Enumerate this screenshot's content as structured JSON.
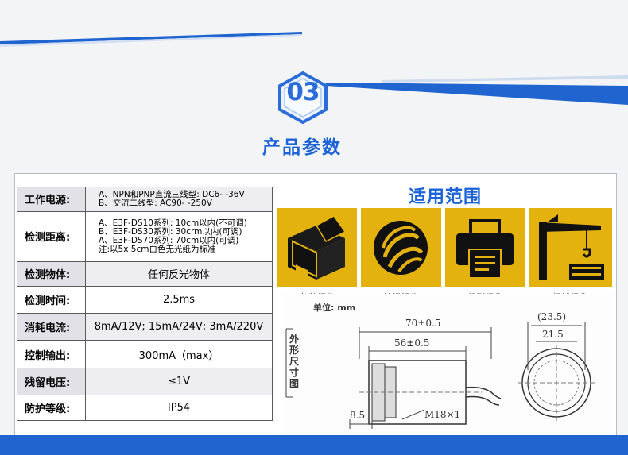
{
  "header": {
    "badge_number": "03",
    "section_title": "产品参数"
  },
  "spec_table": {
    "rows": [
      {
        "label": "工作电源:",
        "lines": [
          "A、NPN和PNP直流三线型: DC6- -36V",
          "B、交流二线型: AC90- -250V"
        ]
      },
      {
        "label": "检测距离:",
        "lines": [
          "A、E3F-DS10系列: 10cm以内(不可调)",
          "B、E3F-DS30系列: 30crm以内(可调)",
          "A、E3F-DS70系列: 70cm以内(可调)",
          "注:以5x 5cm白色无光纸为标准"
        ]
      },
      {
        "label": "检测物体:",
        "value": "任何反光物体"
      },
      {
        "label": "检测时间:",
        "value": "2.5ms"
      },
      {
        "label": "消耗电流:",
        "value": "8mA/12V; 15mA/24V; 3mA/220V"
      },
      {
        "label": "控制输出:",
        "value": "300mA（max）"
      },
      {
        "label": "残留电压:",
        "value": "≤1V"
      },
      {
        "label": "防护等级:",
        "value": "IP54"
      }
    ]
  },
  "applications": {
    "title": "适用范围",
    "items": [
      {
        "label": "包装行业",
        "icon": "package-box-icon"
      },
      {
        "label": "纺织行业",
        "icon": "textile-swirl-icon"
      },
      {
        "label": "印刷行业",
        "icon": "printer-icon"
      },
      {
        "label": "机械行业",
        "icon": "crane-icon"
      }
    ],
    "tile_color": "#e3b20f"
  },
  "drawing": {
    "side_caption": "外形尺寸图",
    "unit": "单位: mm",
    "dim_total": "70±0.5",
    "dim_body": "56±0.5",
    "dim_nut": "8.5",
    "dim_thread": "M18×1",
    "dim_outer": "(23.5)",
    "dim_inner": "21.5"
  },
  "colors": {
    "accent_blue": "#1b63d6",
    "bottom_bar": "#1f64cf"
  }
}
